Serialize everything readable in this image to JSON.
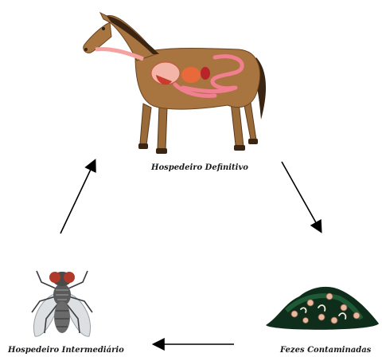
{
  "diagram": {
    "nodes": [
      {
        "id": "horse",
        "label": "Hospedeiro Definitivo",
        "icon": "horse-anatomy-icon"
      },
      {
        "id": "feces",
        "label": "Fezes Contaminadas",
        "icon": "contaminated-feces-icon"
      },
      {
        "id": "fly",
        "label": "Hospedeiro Intermediário",
        "icon": "housefly-icon"
      }
    ],
    "edges": [
      {
        "from": "horse",
        "to": "feces"
      },
      {
        "from": "feces",
        "to": "fly"
      },
      {
        "from": "fly",
        "to": "horse"
      }
    ]
  }
}
